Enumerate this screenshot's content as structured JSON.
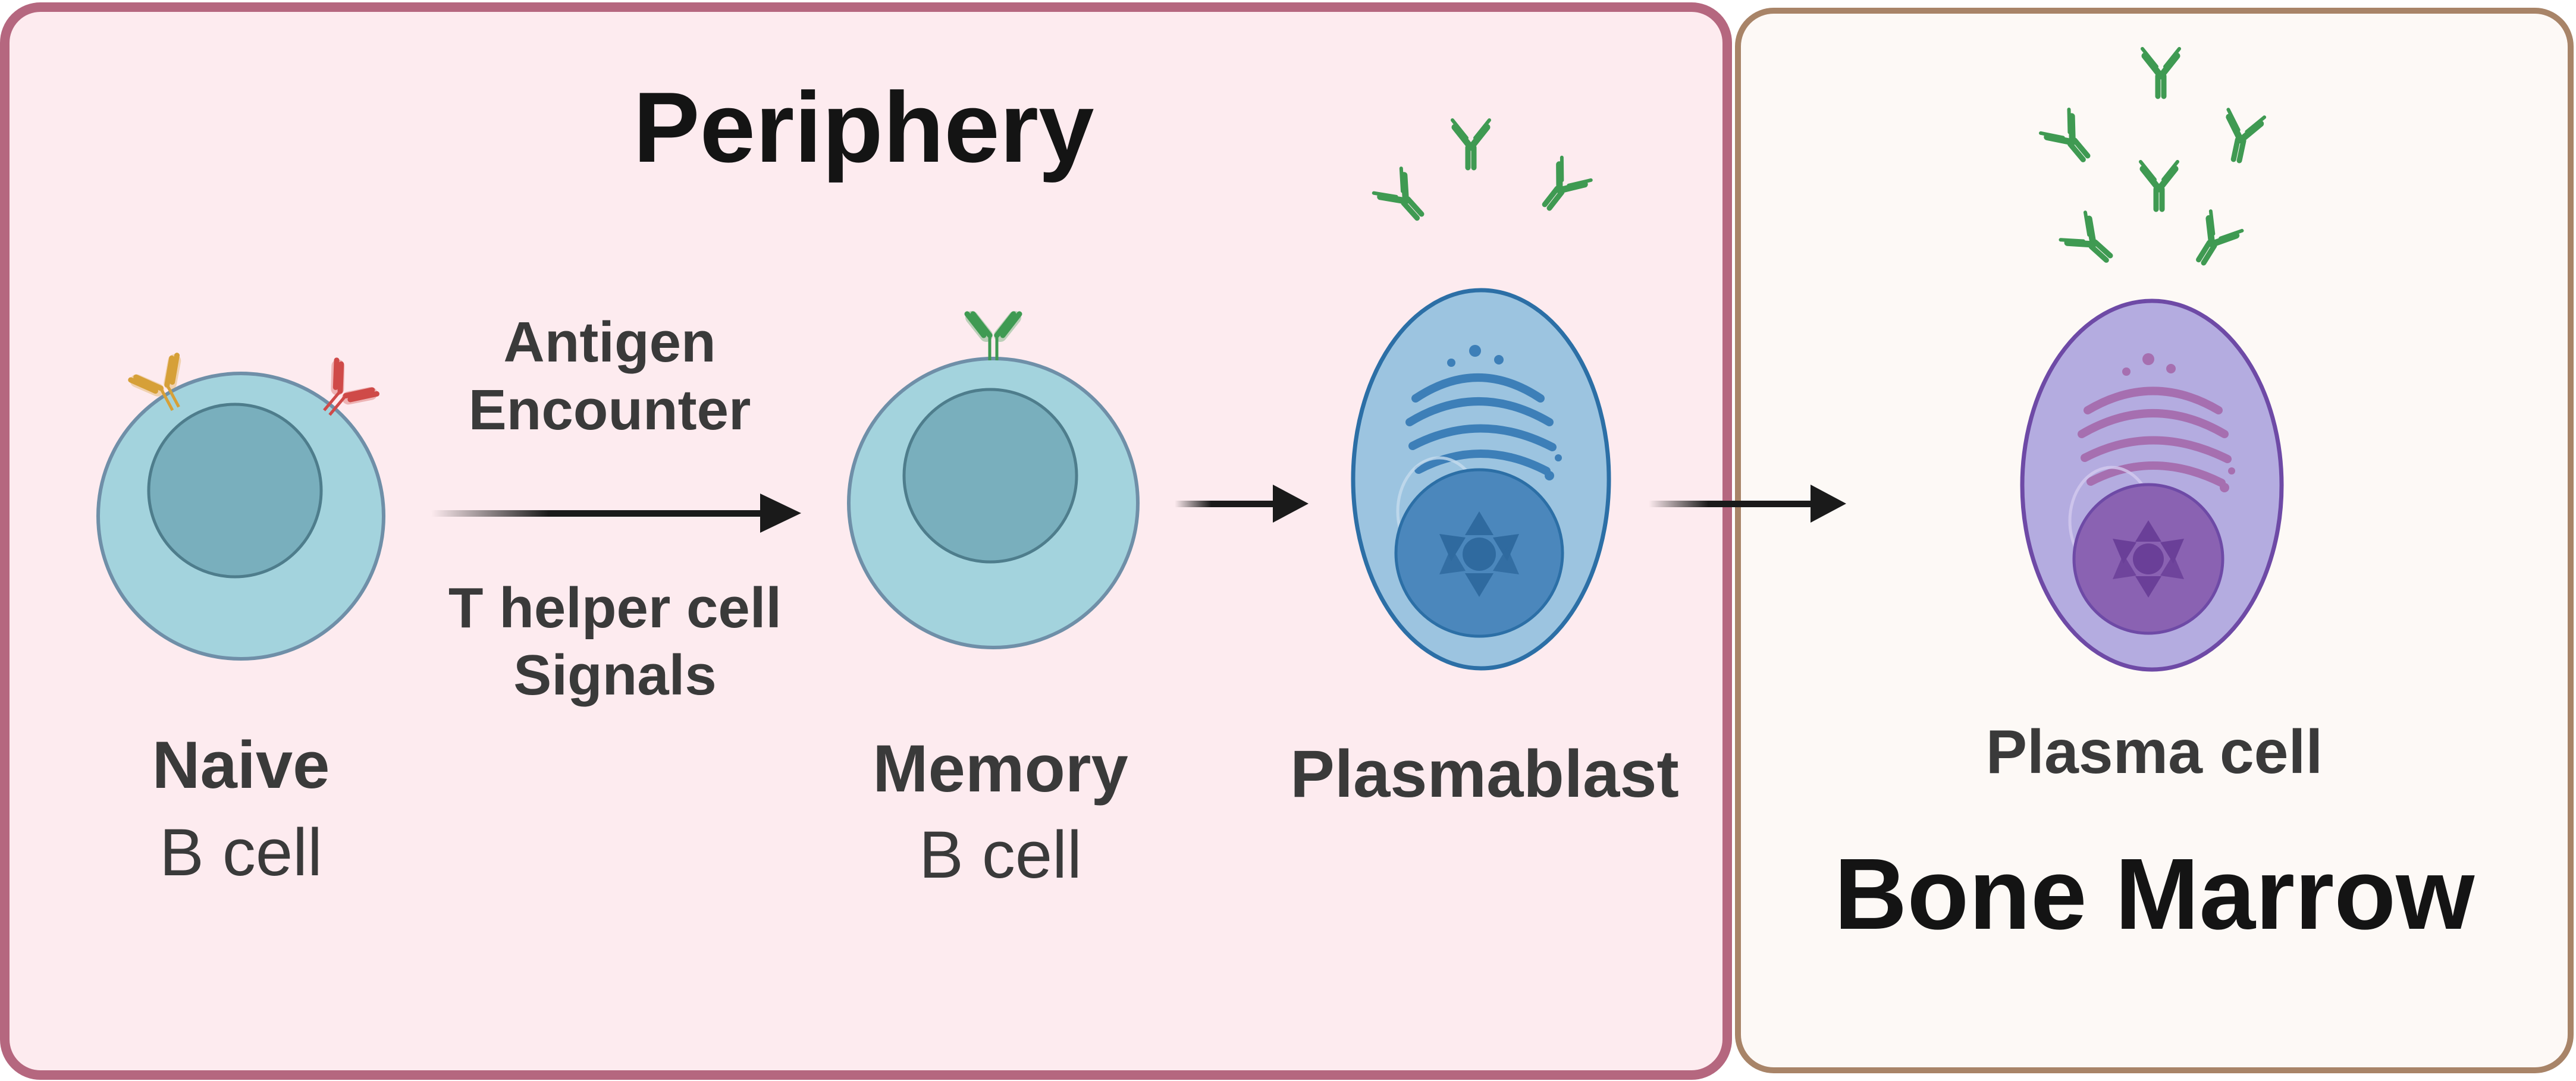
{
  "periphery": {
    "title": "Periphery",
    "naive": {
      "line1": "Naive",
      "line2": "B cell"
    },
    "arrow_top": {
      "line1": "Antigen",
      "line2": "Encounter"
    },
    "arrow_bottom": {
      "line1": "T helper cell",
      "line2": "Signals"
    },
    "memory": {
      "line1": "Memory",
      "line2": "B cell"
    },
    "plasmablast": {
      "label": "Plasmablast"
    }
  },
  "bone_marrow": {
    "title": "Bone Marrow",
    "plasma": {
      "label": "Plasma cell"
    }
  },
  "colors": {
    "periphery_bg": "#fdebef",
    "periphery_border": "#b5677f",
    "marrow_bg": "#fdf9f6",
    "marrow_border": "#a88468",
    "b_cell": "#a3d3dd",
    "b_nucleus": "#79afbd",
    "plasmablast": "#9cc4e0",
    "plasma_cell": "#b4ace0",
    "antibody_green": "#3f9a52",
    "antibody_yellow": "#d6a038",
    "antibody_red": "#cf4a49"
  }
}
